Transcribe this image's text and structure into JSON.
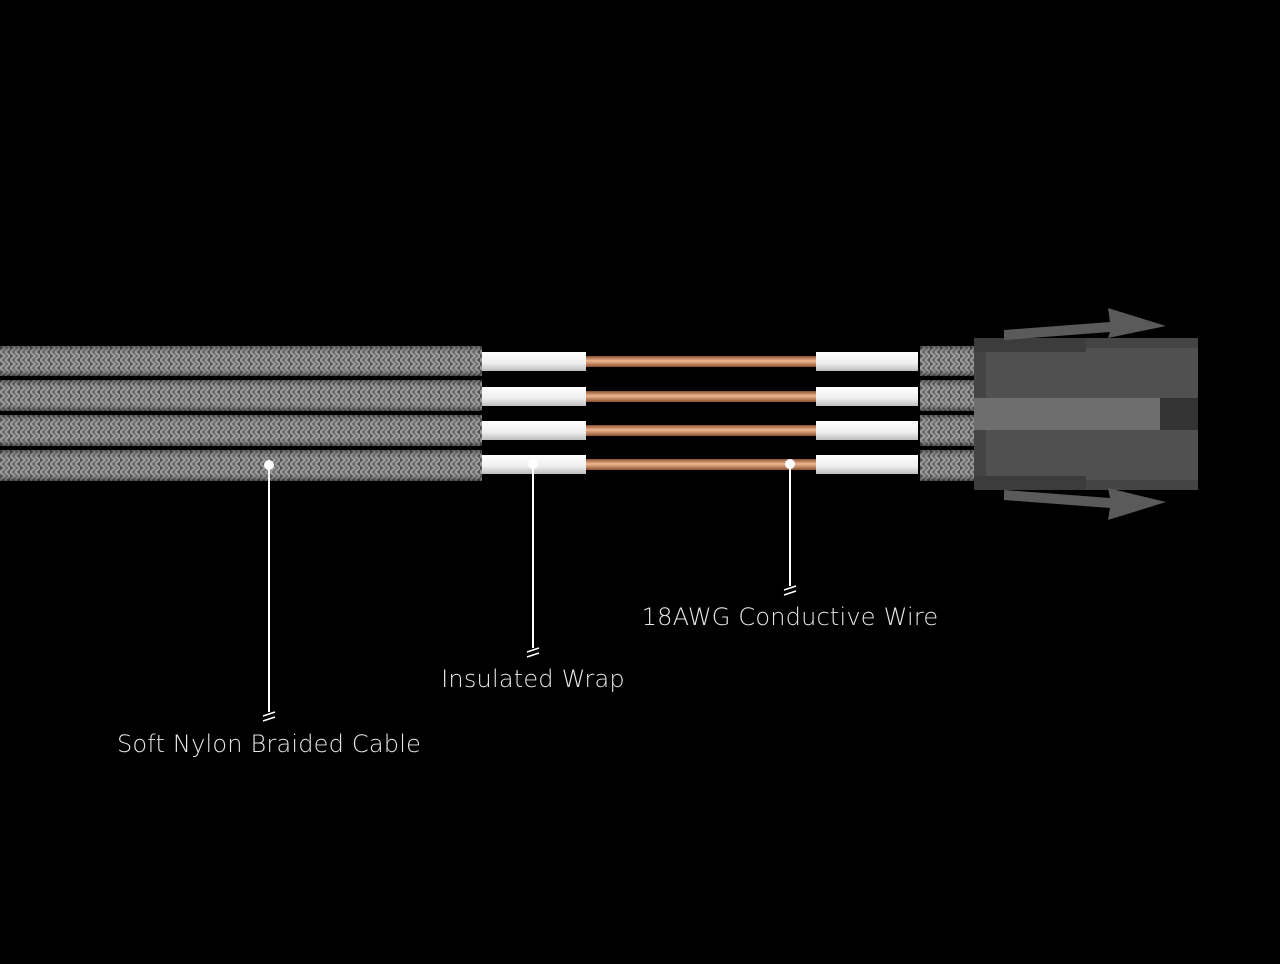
{
  "callouts": {
    "braided": {
      "label": "Soft Nylon Braided Cable",
      "icon": "pointer-dot-icon"
    },
    "insulated": {
      "label": "Insulated Wrap",
      "icon": "pointer-dot-icon"
    },
    "conductive": {
      "label": "18AWG Conductive Wire",
      "icon": "pointer-dot-icon"
    }
  },
  "colors": {
    "background": "#000000",
    "braid_light": "#8a8a8a",
    "braid_dark": "#3c3c3c",
    "insulation": "#f2f2f2",
    "copper": "#c98a5e",
    "connector": "#4a4a4a",
    "connector_inner": "#6e6e6e",
    "arrow": "#5a5a5a",
    "label_text": "#e8e8e8"
  }
}
